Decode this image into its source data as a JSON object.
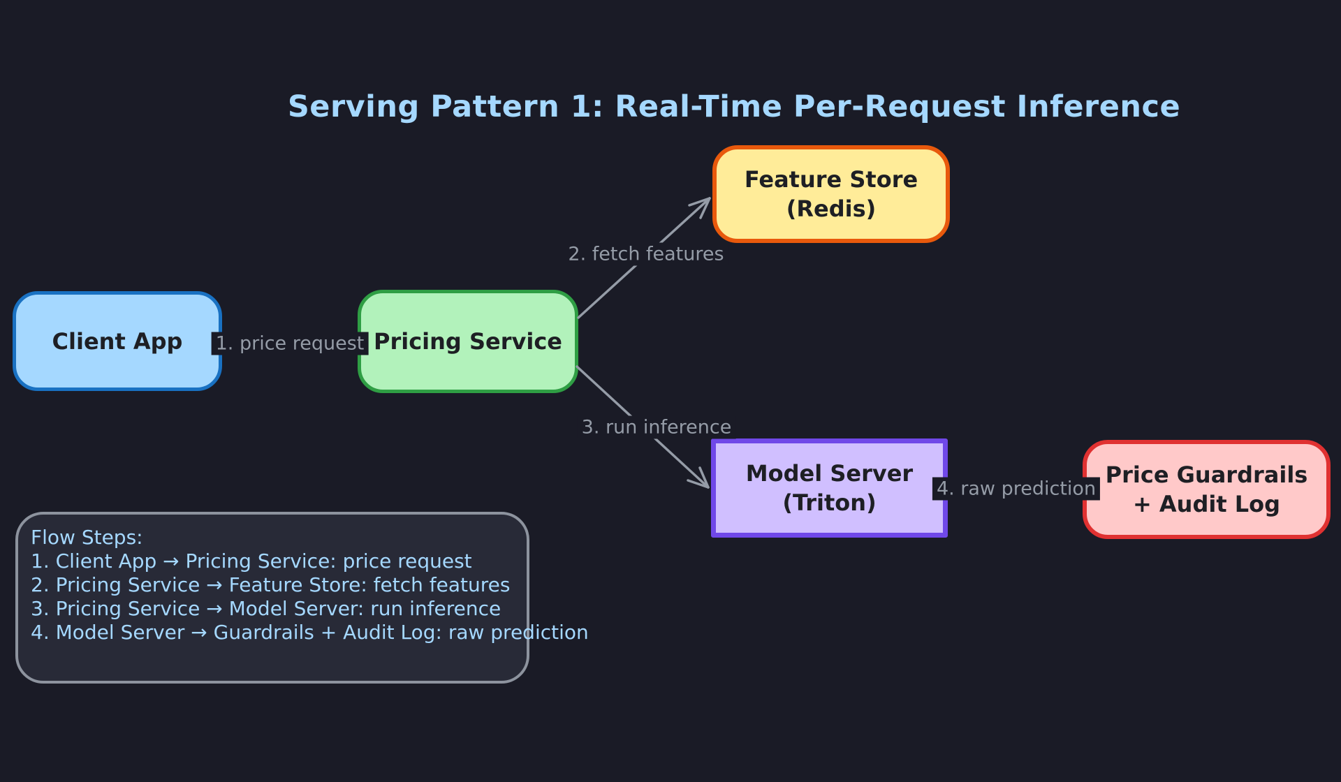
{
  "title": "Serving Pattern 1: Real-Time Per-Request Inference",
  "canvas": {
    "background": "#1a1b26",
    "title_color": "#a5d8ff",
    "arrow_color": "#959ca7",
    "node_text_color": "#1e1f24"
  },
  "nodes": {
    "client_app": {
      "label": "Client App",
      "sublabel": "",
      "fill": "#a5d8ff",
      "border": "#1971c2"
    },
    "pricing_service": {
      "label": "Pricing Service",
      "sublabel": "",
      "fill": "#b2f2bb",
      "border": "#2f9e44"
    },
    "feature_store": {
      "label": "Feature Store",
      "sublabel": "(Redis)",
      "fill": "#ffec99",
      "border": "#e8590c"
    },
    "model_server": {
      "label": "Model Server",
      "sublabel": "(Triton)",
      "fill": "#d0bfff",
      "border": "#7048e8"
    },
    "guardrails": {
      "label": "Price Guardrails",
      "sublabel": "+ Audit Log",
      "fill": "#ffc9c9",
      "border": "#e03131"
    }
  },
  "edges": [
    {
      "from": "Client App",
      "to": "Pricing Service",
      "label": "1. price request"
    },
    {
      "from": "Pricing Service",
      "to": "Feature Store",
      "label": "2. fetch features"
    },
    {
      "from": "Pricing Service",
      "to": "Model Server",
      "label": "3. run inference"
    },
    {
      "from": "Model Server",
      "to": "Price Guardrails + Audit Log",
      "label": "4. raw prediction"
    }
  ],
  "flow_steps": {
    "heading": "Flow Steps:",
    "steps": [
      "1. Client App → Pricing Service: price request",
      "2. Pricing Service → Feature Store: fetch features",
      "3. Pricing Service → Model Server: run inference",
      "4. Model Server → Guardrails + Audit Log: raw prediction"
    ]
  }
}
